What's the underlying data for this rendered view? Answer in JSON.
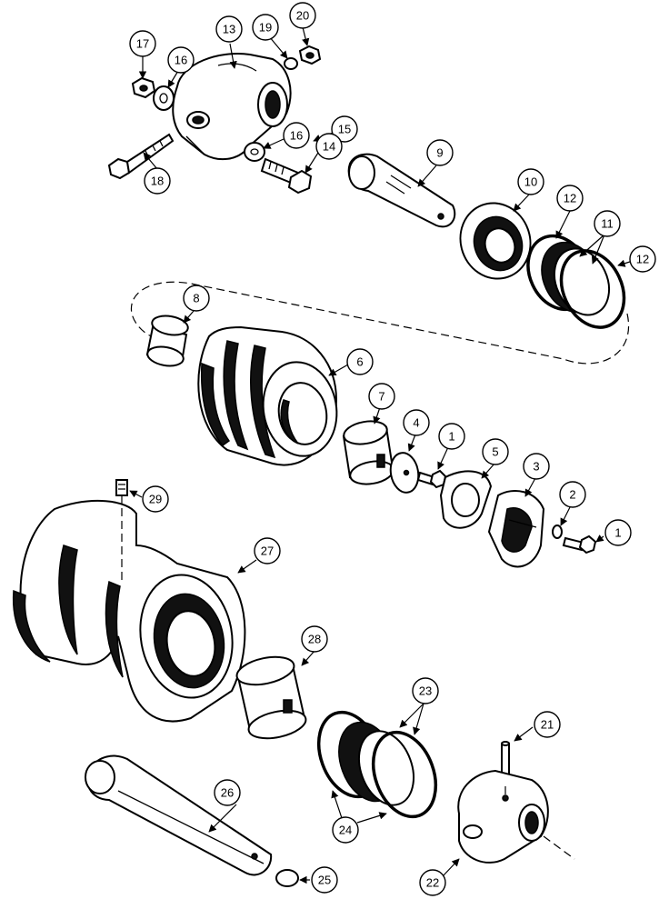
{
  "callouts": {
    "c1a": "1",
    "c1b": "1",
    "c2": "2",
    "c3": "3",
    "c4": "4",
    "c5": "5",
    "c6": "6",
    "c7": "7",
    "c8": "8",
    "c9": "9",
    "c10": "10",
    "c11": "11",
    "c12a": "12",
    "c12b": "12",
    "c13": "13",
    "c14": "14",
    "c15": "15",
    "c16a": "16",
    "c16b": "16",
    "c17": "17",
    "c18": "18",
    "c19": "19",
    "c20": "20",
    "c21": "21",
    "c22": "22",
    "c23": "23",
    "c24": "24",
    "c25": "25",
    "c26": "26",
    "c27": "27",
    "c28": "28",
    "c29": "29"
  }
}
